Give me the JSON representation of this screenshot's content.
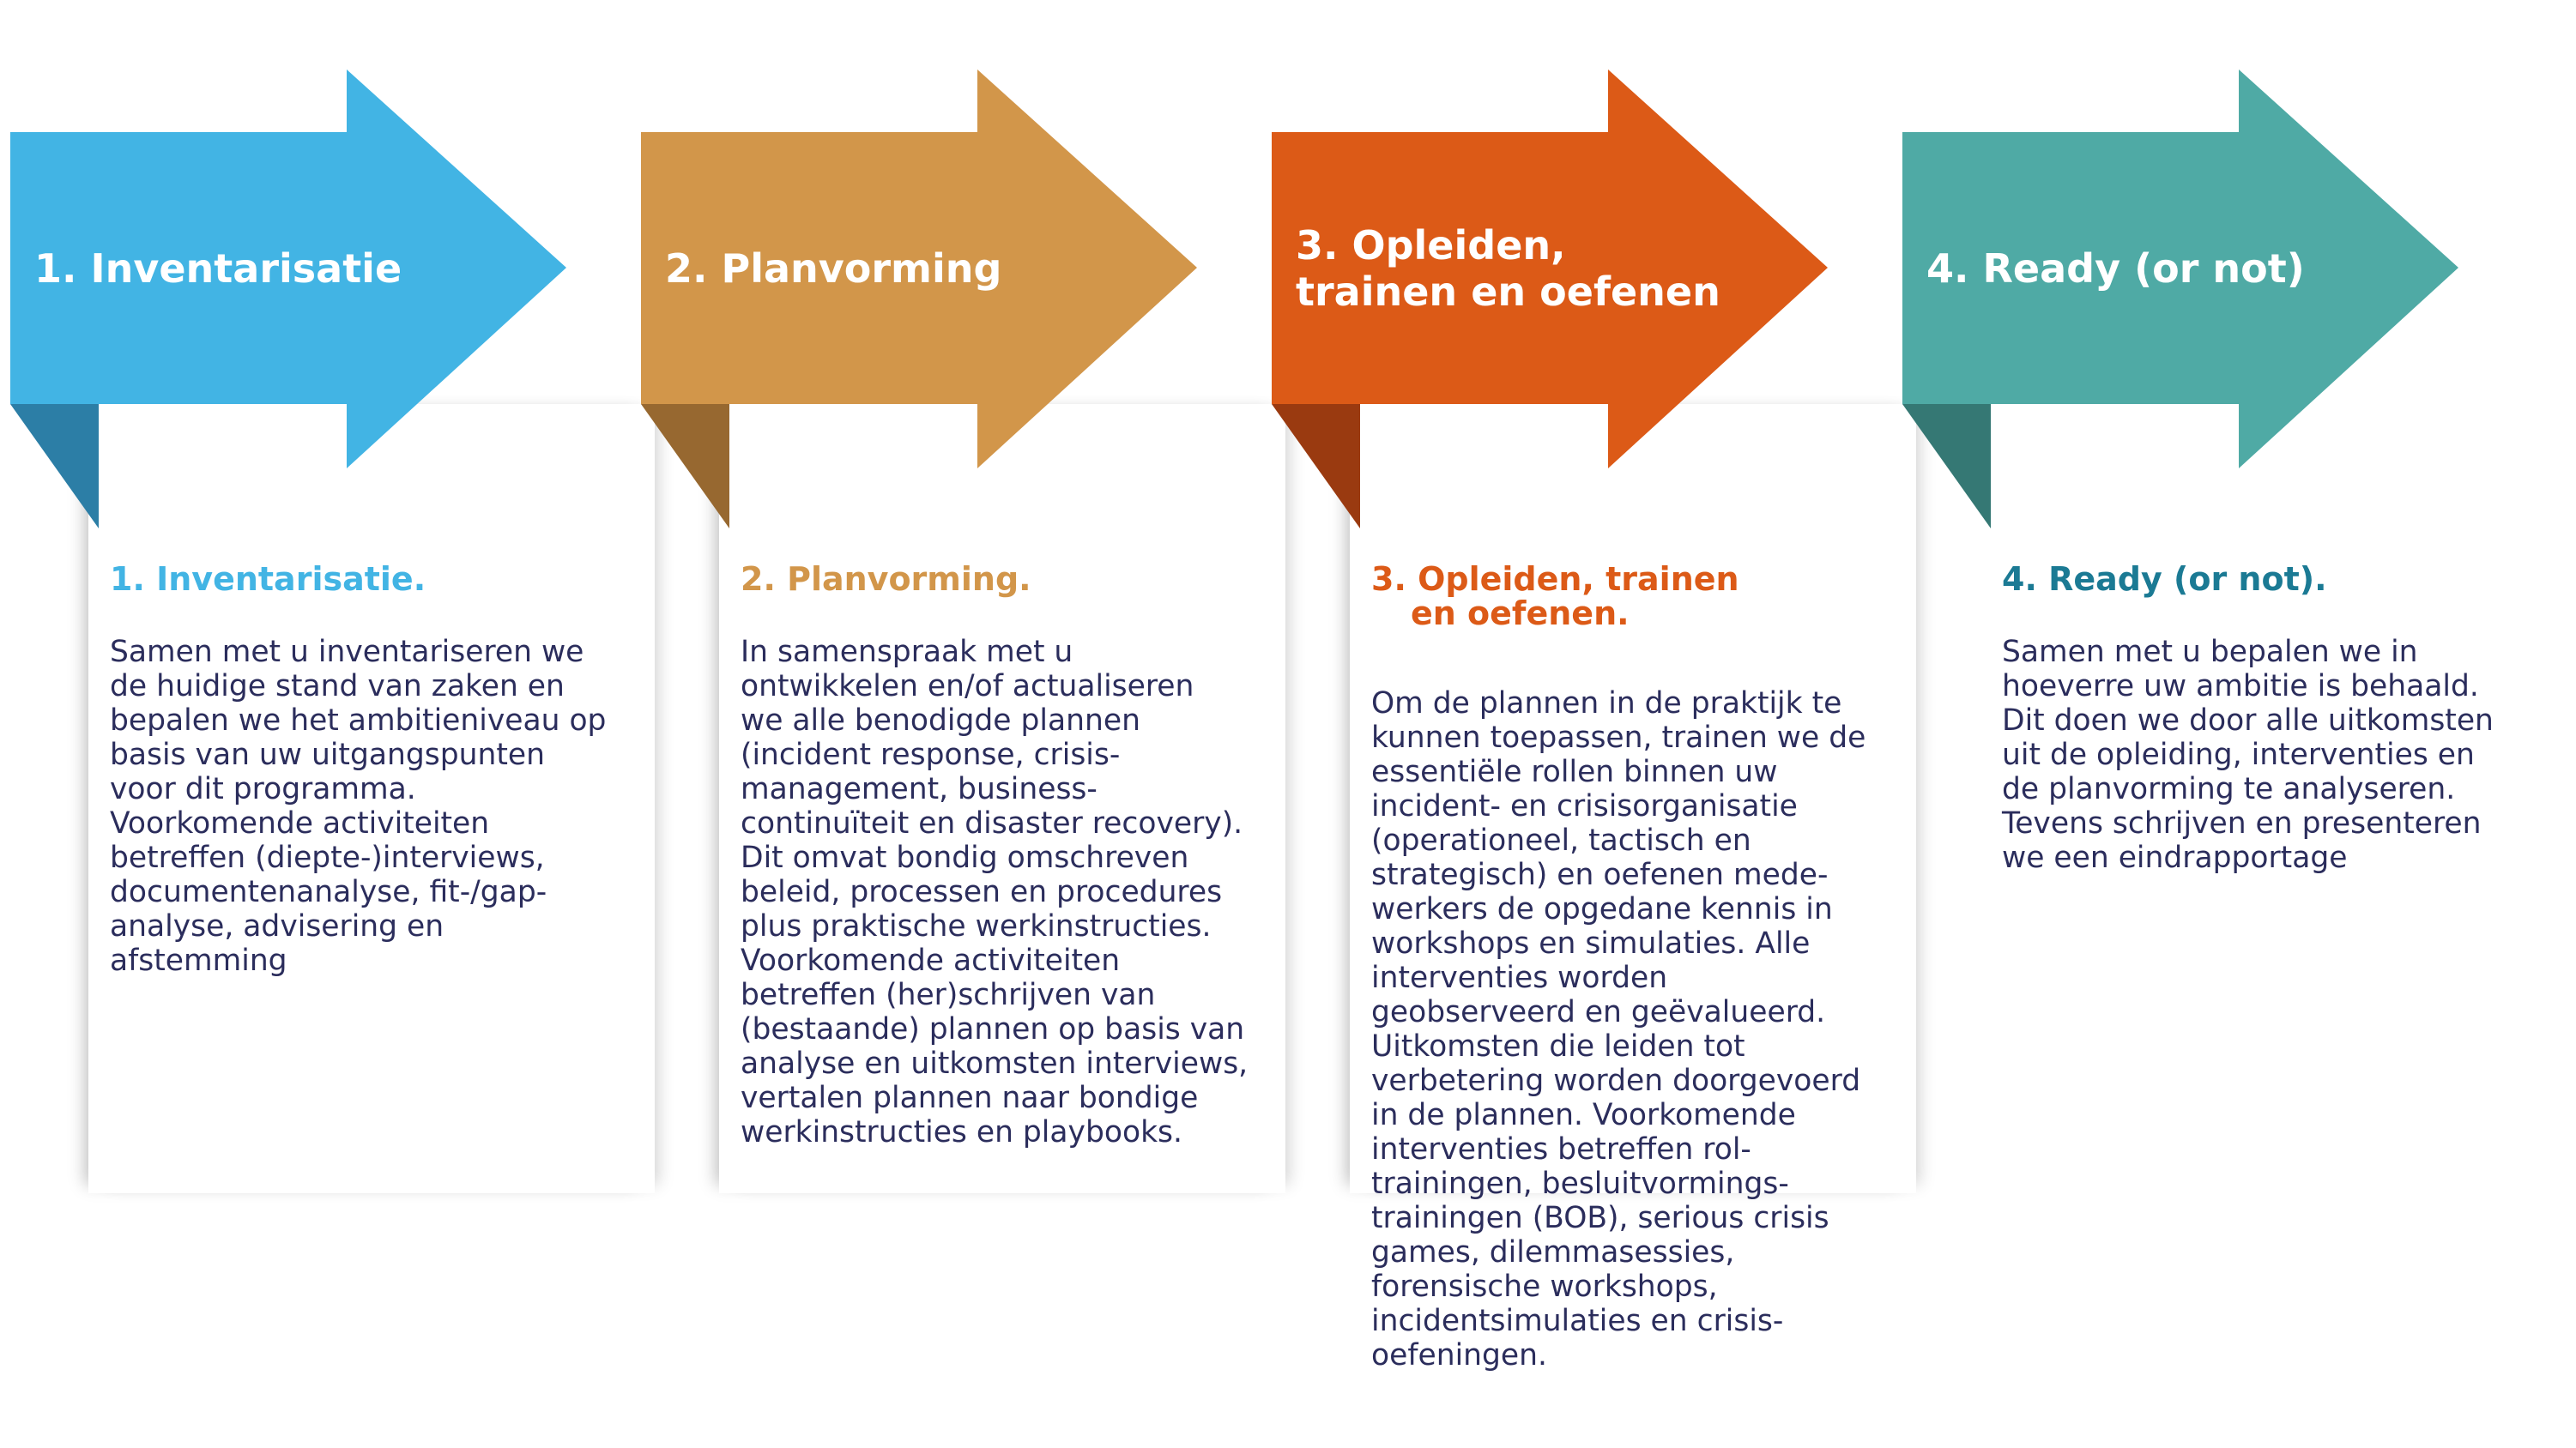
{
  "steps": [
    {
      "arrow_label": "1. Inventarisatie",
      "title": "1. Inventarisatie.",
      "title_line2": "",
      "color": "#42b4e4",
      "fold_color": "#2c7ea6",
      "title_color": "#42b4e4",
      "body": "Samen met u inventariseren we\nde huidige stand van zaken en\nbepalen we het ambitieniveau op\nbasis van uw uitgangspunten\nvoor dit programma.\nVoorkomende activiteiten\nbetreffen (diepte-)interviews,\ndocumentenanalyse, fit-/gap-\nanalyse, advisering en\nafstemming"
    },
    {
      "arrow_label": "2. Planvorming",
      "title": "2. Planvorming.",
      "title_line2": "",
      "color": "#d2964a",
      "fold_color": "#976830",
      "title_color": "#d2964a",
      "body": "In samenspraak met u\nontwikkelen en/of actualiseren\nwe alle benodigde plannen\n(incident response, crisis-\nmanagement, business-\ncontinuïteit en disaster recovery).\nDit omvat bondig omschreven\nbeleid, processen en procedures\nplus praktische werkinstructies.\nVoorkomende activiteiten\nbetreffen (her)schrijven van\n(bestaande) plannen op basis van\nanalyse en uitkomsten interviews,\nvertalen plannen naar bondige\nwerkinstructies en playbooks."
    },
    {
      "arrow_label": "3. Opleiden,\ntrainen en oefenen",
      "title": "3. Opleiden, trainen",
      "title_line2": "en oefenen.",
      "color": "#dc5a17",
      "fold_color": "#9a3a10",
      "title_color": "#dc5a17",
      "body": "Om de plannen in de praktijk te\nkunnen toepassen, trainen we de\nessentiële rollen binnen uw\nincident- en crisisorganisatie\n(operationeel, tactisch en\nstrategisch) en oefenen mede-\nwerkers de opgedane kennis in\nworkshops en simulaties. Alle\ninterventies worden\ngeobserveerd en geëvalueerd.\nUitkomsten die leiden tot\nverbetering worden doorgevoerd\nin de plannen. Voorkomende\ninterventies  betreffen rol-\ntrainingen, besluitvormings-\ntrainingen (BOB), serious crisis\ngames, dilemmasessies,\nforensische workshops,\nincidentsimulaties en crisis-\noefeningen."
    },
    {
      "arrow_label": "4. Ready (or not)",
      "title": "4. Ready (or not).",
      "title_line2": "",
      "color": "#4faaa5",
      "fold_color": "#357874",
      "title_color": "#1b7a94",
      "body": "Samen met u bepalen we in\nhoeverre uw ambitie is behaald.\nDit doen we door alle uitkomsten\nuit de opleiding, interventies en\nde planvorming te analyseren.\nTevens schrijven en presenteren\nwe een eindrapportage"
    }
  ]
}
